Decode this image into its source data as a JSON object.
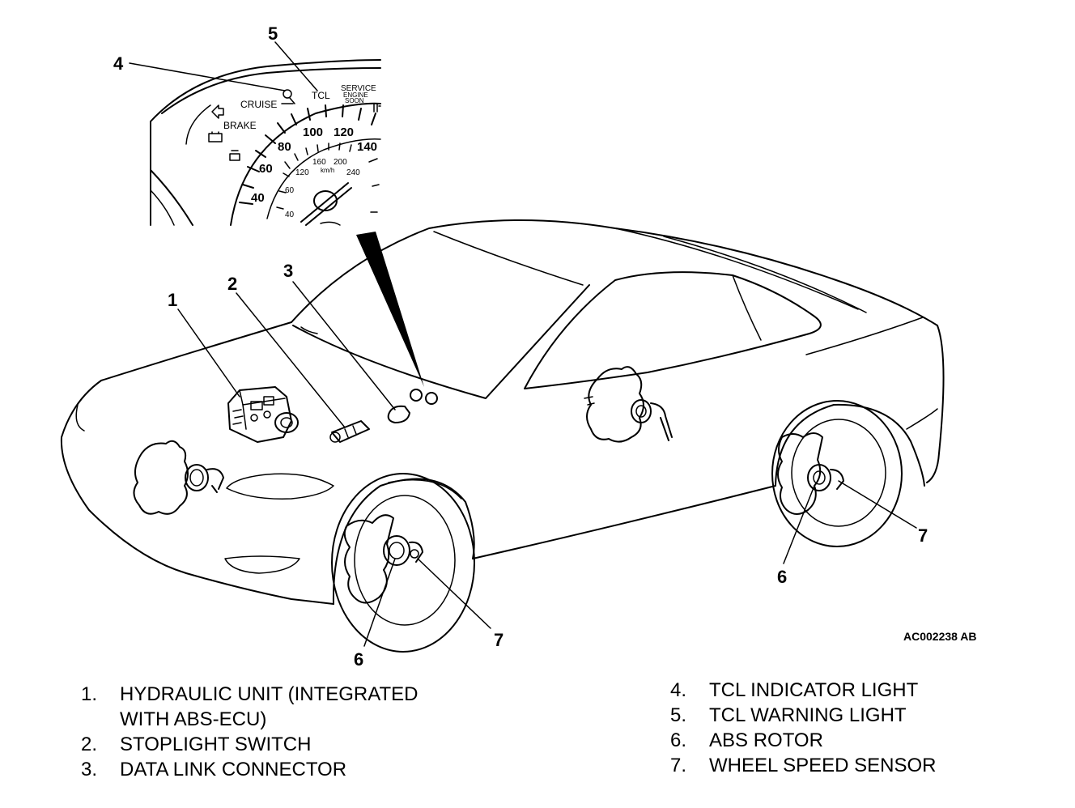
{
  "dashboard": {
    "labels": {
      "cruise": "CRUISE",
      "brake": "BRAKE",
      "tcl": "TCL",
      "service_line1": "SERVICE",
      "service_line2": "ENGINE",
      "service_line3": "SOON"
    },
    "mph_ticks": [
      "40",
      "60",
      "80",
      "100",
      "120",
      "140"
    ],
    "kmh_ticks": [
      "40",
      "60",
      "120",
      "160",
      "200",
      "240"
    ],
    "kmh_unit": "km/h"
  },
  "callouts": [
    {
      "id": "1",
      "label": "1"
    },
    {
      "id": "2",
      "label": "2"
    },
    {
      "id": "3",
      "label": "3"
    },
    {
      "id": "4",
      "label": "4"
    },
    {
      "id": "5",
      "label": "5"
    },
    {
      "id": "6a",
      "label": "6"
    },
    {
      "id": "7a",
      "label": "7"
    },
    {
      "id": "6b",
      "label": "6"
    },
    {
      "id": "7b",
      "label": "7"
    }
  ],
  "figure_code": "AC002238 AB",
  "legend": {
    "left": [
      {
        "num": "1.",
        "text": "HYDRAULIC UNIT (INTEGRATED",
        "cont": "WITH ABS-ECU)"
      },
      {
        "num": "2.",
        "text": "STOPLIGHT SWITCH"
      },
      {
        "num": "3.",
        "text": "DATA LINK CONNECTOR"
      }
    ],
    "right": [
      {
        "num": "4.",
        "text": "TCL INDICATOR LIGHT"
      },
      {
        "num": "5.",
        "text": "TCL WARNING LIGHT"
      },
      {
        "num": "6.",
        "text": "ABS ROTOR"
      },
      {
        "num": "7.",
        "text": "WHEEL SPEED SENSOR"
      }
    ]
  }
}
